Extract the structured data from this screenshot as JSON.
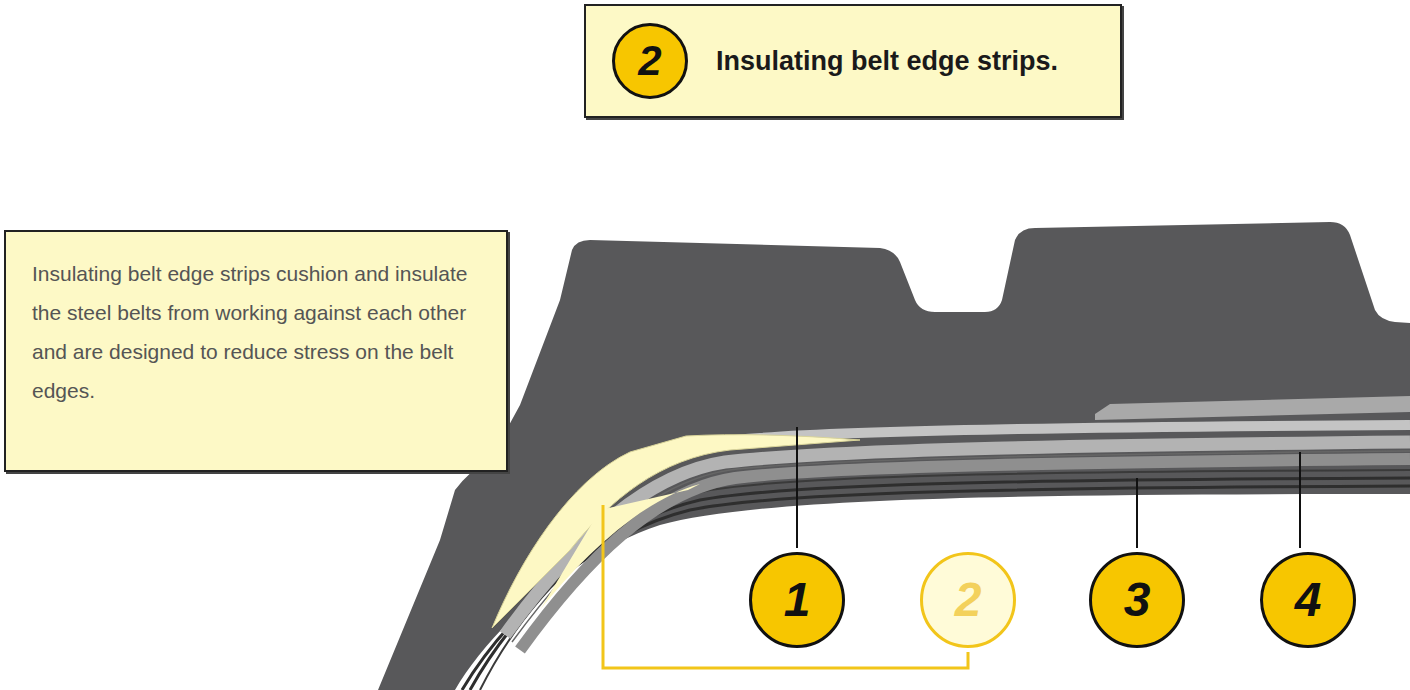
{
  "diagram": {
    "nodes": [
      {
        "text": [
          "Insulating belt edge strips."
        ]
      },
      {
        "text": [
          "2"
        ],
        "in": 0
      },
      {
        "text": [
          "Insulating belt edge strips cushion and insulate the steel belts from working against each other and are designed to reduce stress on the belt edges."
        ]
      },
      {
        "text": [
          "1"
        ]
      },
      {
        "text": [
          "2"
        ]
      },
      {
        "text": [
          "3"
        ]
      },
      {
        "text": [
          "4"
        ]
      }
    ]
  }
}
